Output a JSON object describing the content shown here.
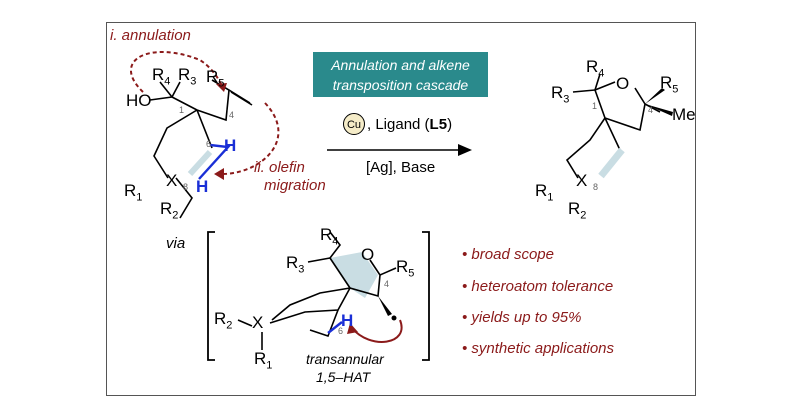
{
  "steps": {
    "annulation": "i. annulation",
    "olefin_line1": "ii. olefin",
    "olefin_line2": "migration"
  },
  "banner": {
    "line1": "Annulation and alkene",
    "line2": "transposition cascade"
  },
  "conditions": {
    "catalyst": "Cu",
    "ligand_text": ", Ligand (",
    "ligand_code": "L5",
    "ligand_close": ")",
    "additives": "[Ag], Base"
  },
  "via_label": "via",
  "hat_label": {
    "line1": "transannular",
    "line2": "1,5–HAT"
  },
  "bullets": [
    "• broad scope",
    "• heteroatom tolerance",
    "• yields up to 95%",
    "• synthetic applications"
  ],
  "atoms": {
    "R1": "R",
    "R2": "R",
    "R3": "R",
    "R4": "R",
    "R5": "R",
    "sub1": "1",
    "sub2": "2",
    "sub3": "3",
    "sub4": "4",
    "sub5": "5",
    "HO": "HO",
    "O": "O",
    "X": "X",
    "H": "H",
    "Me": "Me",
    "n1": "1",
    "n4": "4",
    "n6": "6",
    "n8": "8"
  },
  "colors": {
    "red_arrow": "#8b1a1a",
    "banner_bg": "#2a8a8c",
    "highlight_blue": "#1a2fd6",
    "ring_fill": "#c9dde3"
  }
}
